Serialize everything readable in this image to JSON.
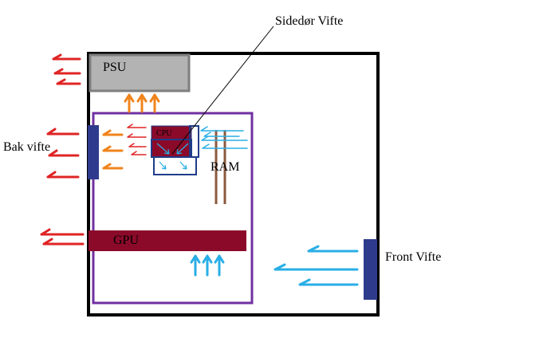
{
  "labels": {
    "psu": "PSU",
    "cpu": "CPU",
    "ram": "RAM",
    "gpu": "GPU",
    "side_fan": "Sidedør Vifte",
    "rear_fan": "Bak vifte",
    "front_fan": "Front Vifte"
  },
  "colors": {
    "case_outline": "#000000",
    "motherboard_outline": "#7030a0",
    "psu_fill": "#b3b3b3",
    "psu_border": "#7f7f7f",
    "cpu_fill": "#8b0a2a",
    "cpu_cooler_border": "#1f3c88",
    "gpu_fill": "#8b0a2a",
    "fan_fill": "#2e3a8c",
    "ram_stick": "#8b5a3c",
    "exhaust_red": "#e02424",
    "exhaust_orange": "#f0841c",
    "intake_blue": "#29aee6"
  },
  "icons": {
    "arrow_style": "hand-drawn triple-line arrows"
  }
}
